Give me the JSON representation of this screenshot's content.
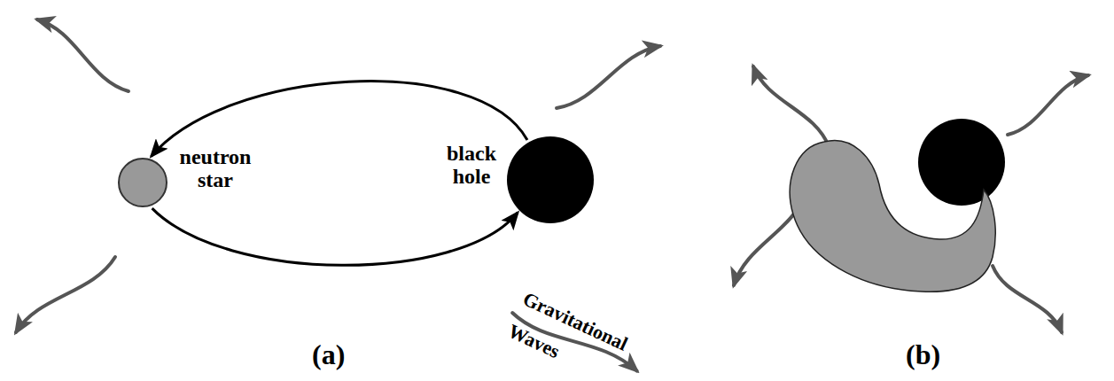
{
  "diagram": {
    "nodes": [
      {
        "text": [
          "neutron star"
        ]
      },
      {
        "text": [
          "black hole"
        ]
      }
    ],
    "edges": [
      {
        "from": 1,
        "to": 0,
        "arrow": "to"
      },
      {
        "from": 0,
        "to": 1,
        "arrow": "to"
      }
    ],
    "labels": [
      "(a)",
      "Gravitational Waves",
      "(b)"
    ]
  }
}
